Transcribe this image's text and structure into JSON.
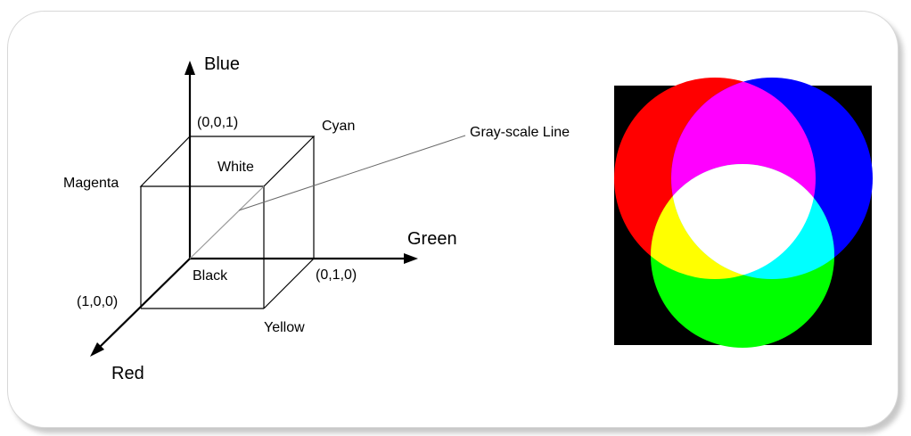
{
  "cube": {
    "axes": {
      "blue": "Blue",
      "green": "Green",
      "red": "Red"
    },
    "points": {
      "blue_point": "(0,0,1)",
      "green_point": "(0,1,0)",
      "red_point": "(1,0,0)"
    },
    "corners": {
      "cyan": "Cyan",
      "magenta": "Magenta",
      "white": "White",
      "black": "Black",
      "yellow": "Yellow"
    },
    "callout": "Gray-scale Line"
  },
  "additive_mix": {
    "background": "#000000",
    "circles": [
      {
        "name": "red",
        "color": "#ff0000"
      },
      {
        "name": "blue",
        "color": "#0000ff"
      },
      {
        "name": "green",
        "color": "#00ff00"
      }
    ],
    "overlaps": {
      "red_blue": "#ff00ff",
      "red_green": "#ffff00",
      "blue_green": "#00ffff",
      "all": "#ffffff"
    }
  }
}
